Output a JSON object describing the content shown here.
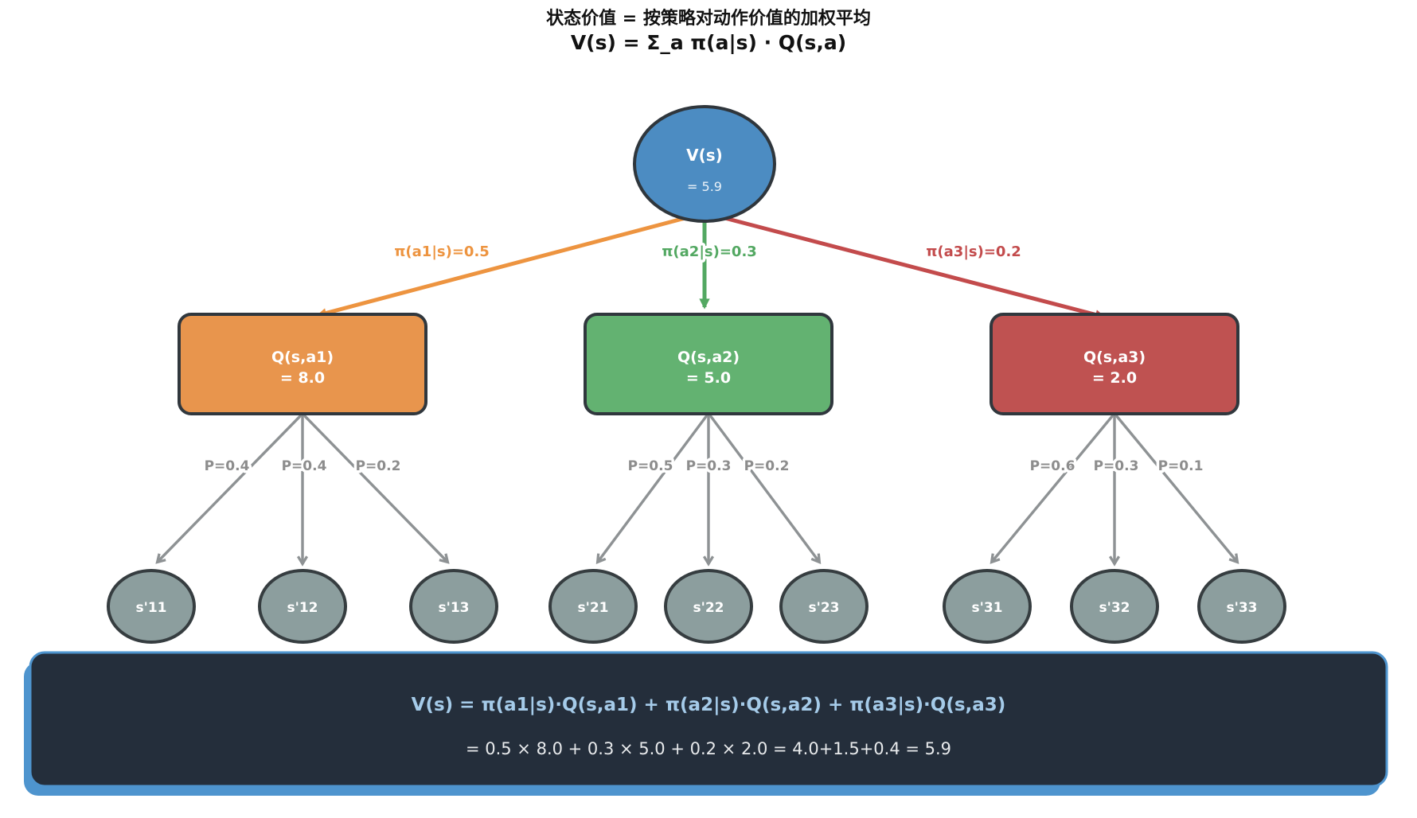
{
  "title": {
    "line1": "状态价值 = 按策略对动作价值的加权平均",
    "line2": "V(s) = Σ_a  π(a|s) · Q(s,a)"
  },
  "root": {
    "label": "V(s)",
    "value": "= 5.9",
    "fill": "#4c8cc2",
    "border": "#2f363c"
  },
  "policy": [
    {
      "label": "π(a1|s)=0.5",
      "color": "#ed9440"
    },
    {
      "label": "π(a2|s)=0.3",
      "color": "#53a862"
    },
    {
      "label": "π(a3|s)=0.2",
      "color": "#c34b4c"
    }
  ],
  "actions": [
    {
      "label": "Q(s,a1)",
      "value": "= 8.0",
      "fill": "#e8954d"
    },
    {
      "label": "Q(s,a2)",
      "value": "= 5.0",
      "fill": "#63b271"
    },
    {
      "label": "Q(s,a3)",
      "value": "= 2.0",
      "fill": "#bf5251"
    }
  ],
  "transitions": [
    [
      "P=0.4",
      "P=0.4",
      "P=0.2"
    ],
    [
      "P=0.5",
      "P=0.3",
      "P=0.2"
    ],
    [
      "P=0.6",
      "P=0.3",
      "P=0.1"
    ]
  ],
  "next_states": [
    [
      "s'11",
      "s'12",
      "s'13"
    ],
    [
      "s'21",
      "s'22",
      "s'23"
    ],
    [
      "s'31",
      "s'32",
      "s'33"
    ]
  ],
  "state_style": {
    "fill": "#8c9e9e",
    "border": "#363d40"
  },
  "gray_arrow_color": "#8e9294",
  "formula_panel": {
    "bg": "#242e3b",
    "border": "#4e94ce",
    "line1": "V(s)  =  π(a1|s)·Q(s,a1) + π(a2|s)·Q(s,a2) + π(a3|s)·Q(s,a3)",
    "line2": "= 0.5 × 8.0  +  0.3 × 5.0  +  0.2 × 2.0  =  4.0+1.5+0.4  =  5.9"
  }
}
